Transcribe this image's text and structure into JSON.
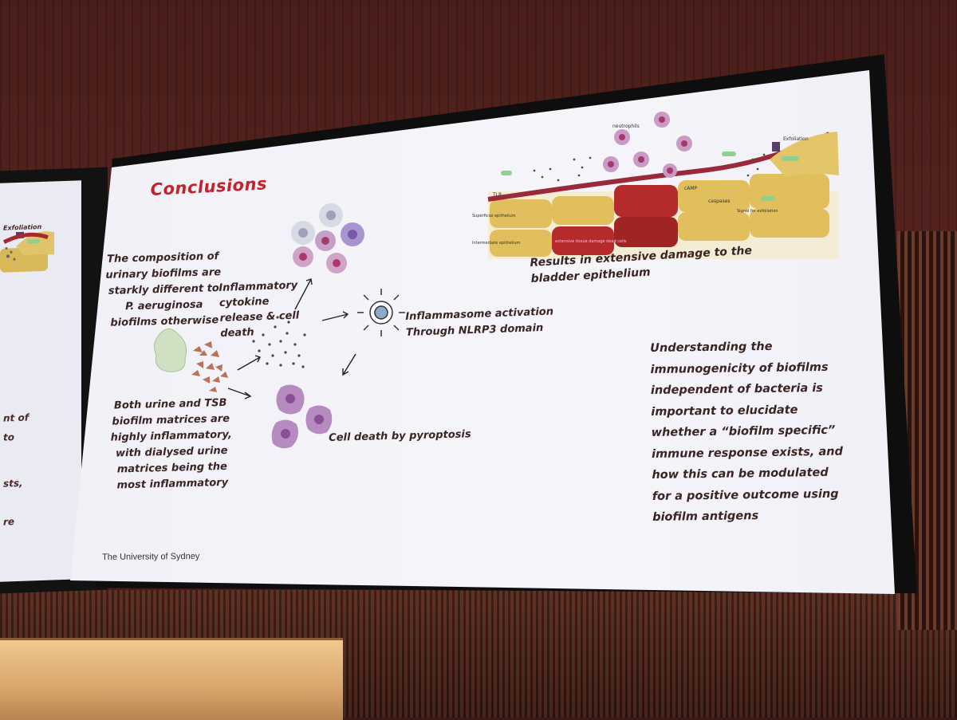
{
  "left_screen": {
    "fragments": [
      "nt of",
      "to",
      "sts,",
      "re"
    ],
    "label": "Exfoliation"
  },
  "slide": {
    "title": "Conclusions",
    "footer": "The University of Sydney",
    "left_text_1": "The composition of urinary biofilms are starkly different to P. aeruginosa biofilms otherwise",
    "left_text_2": "Both urine and TSB biofilm matrices are highly inflammatory, with dialysed urine matrices being the most inflammatory",
    "inflammatory_label": "Inflammatory cytokine release & cell death",
    "inflammasome_label": "Inflammasome activation Through NLRP3 domain",
    "pyroptosis_label": "Cell death by pyroptosis",
    "damage_label": "Results in extensive damage to the bladder epithelium",
    "conclusion_text": "Understanding the immunogenicity of biofilms independent of bacteria is important to elucidate whether a “biofilm specific” immune response exists, and how this can be modulated for a positive outcome using biofilm antigens",
    "diagram_labels": {
      "neutrophils": "neutrophils",
      "exfoliation": "Exfoliation",
      "superficial": "Superficial epithelium",
      "intermediate": "Intermediate epithelium",
      "tlr": "TLR",
      "camp": "cAMP",
      "caspases": "caspases",
      "signal": "Signal for exfoliation",
      "damage": "extensive tissue damage dead cells"
    }
  }
}
